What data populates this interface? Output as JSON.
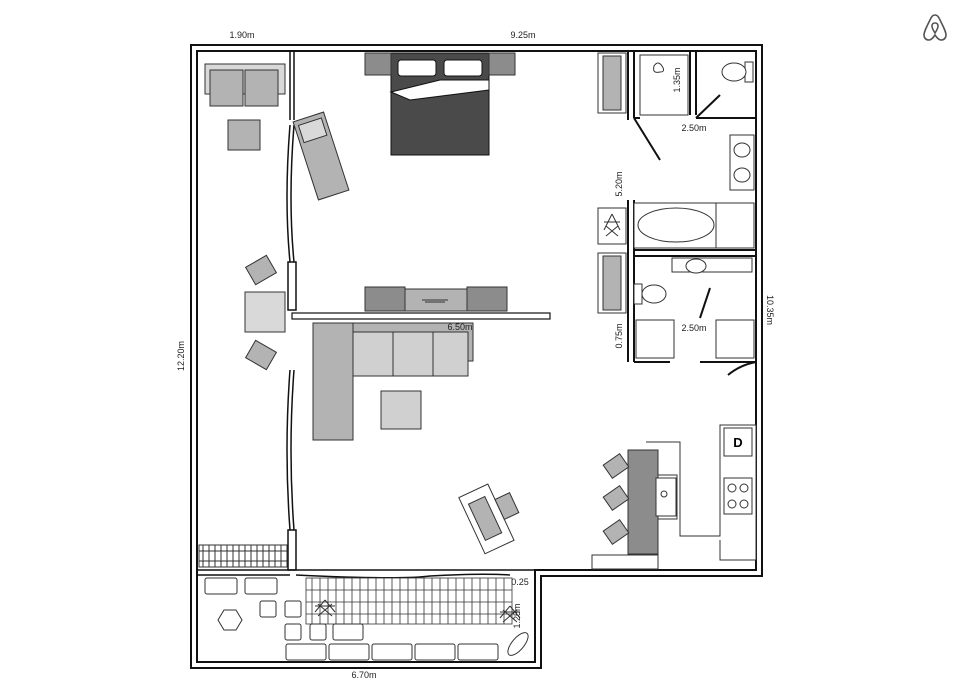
{
  "logo": {
    "name": "airbnb-logo-icon"
  },
  "dimensions": {
    "balcony_width": "1.90m",
    "top_width": "9.25m",
    "left_height": "12.20m",
    "right_height": "10.35m",
    "bottom_width": "6.70m",
    "living_width": "6.50m",
    "hall_height": "5.20m",
    "wc_height": "1.35m",
    "bath_width_top": "2.50m",
    "bath_width_bottom": "2.50m",
    "closet_height": "0.75m",
    "terrace_a": "0.25",
    "terrace_b": "1.25m"
  },
  "appliances": {
    "dryer_label": "D"
  },
  "colors": {
    "wall": "#111111",
    "furniture": "#b3b3b3",
    "furniture_dark": "#8c8c8c",
    "bed": "#4a4a4a",
    "outline": "#333333"
  }
}
